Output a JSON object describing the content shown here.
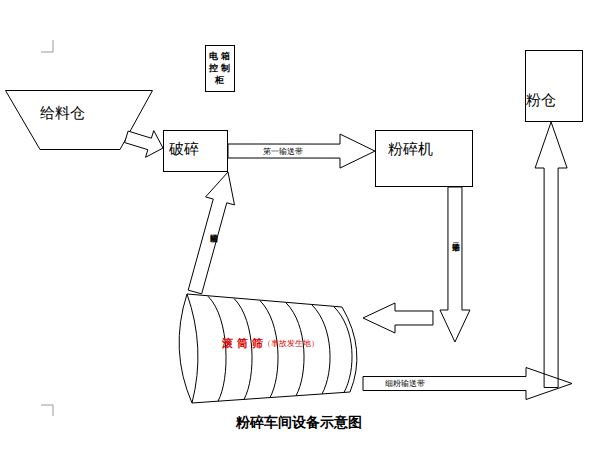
{
  "diagram": {
    "title": "粉碎车间设备示意图",
    "nodes": [
      {
        "text": [
          "给料仓"
        ]
      },
      {
        "text": [
          "电箱控制柜"
        ]
      },
      {
        "text": [
          "破碎"
        ]
      },
      {
        "text": [
          "粉碎机"
        ]
      },
      {
        "text": [
          "粉仓"
        ]
      },
      {
        "text": [
          "滚 筒 筛",
          "（事故发生地）"
        ]
      }
    ],
    "edges": [
      {
        "from": 0,
        "to": 2,
        "arrow": "to"
      },
      {
        "from": 2,
        "to": 3,
        "label": "第一输送带",
        "arrow": "to"
      },
      {
        "from": 3,
        "to": 5,
        "label": "第二输送带",
        "arrow": "to"
      },
      {
        "from": 5,
        "to": 2,
        "label": "回料输送带",
        "arrow": "to"
      },
      {
        "from": 5,
        "to": 4,
        "label": "细粉输送带",
        "arrow": "to"
      }
    ]
  }
}
